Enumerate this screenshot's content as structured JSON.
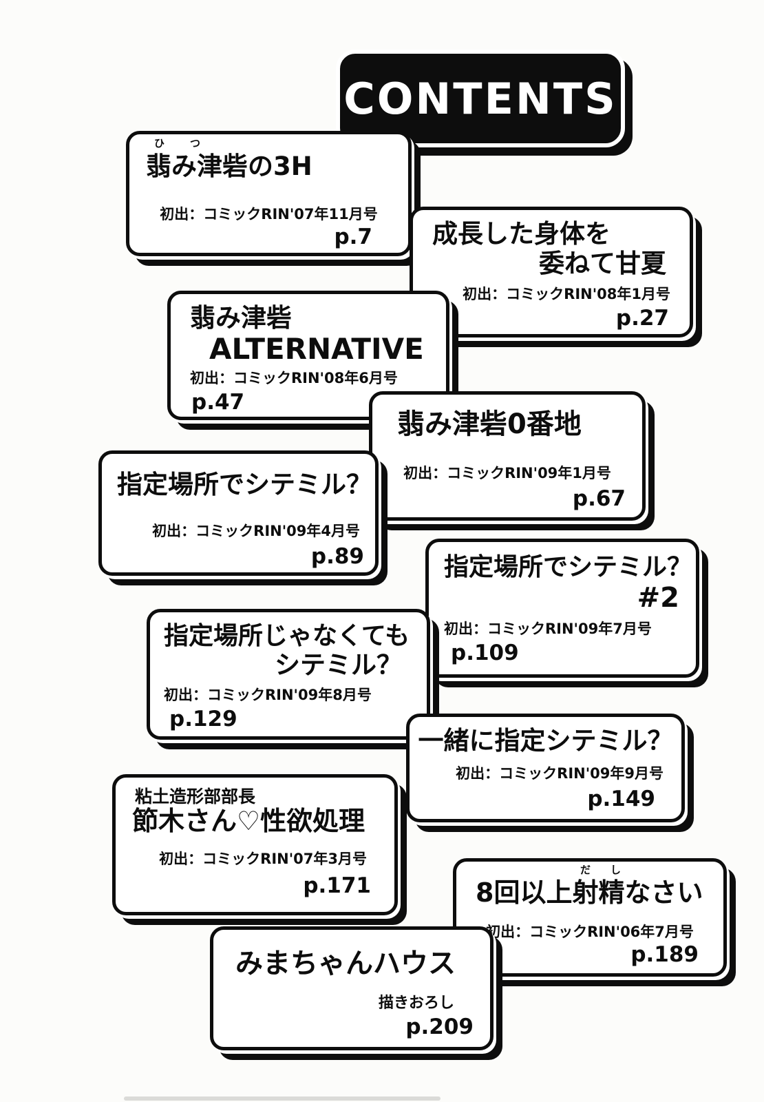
{
  "header": {
    "title": "CONTENTS"
  },
  "entries": [
    {
      "title": "翡み津砦の3H",
      "ruby1": "ひ",
      "ruby2": "つ",
      "source": "初出：コミックRIN'07年11月号",
      "page": "p.7"
    },
    {
      "title": "成長した身体を",
      "title2": "委ねて甘夏",
      "source": "初出：コミックRIN'08年1月号",
      "page": "p.27"
    },
    {
      "title": "翡み津砦",
      "title2": "ALTERNATIVE",
      "source": "初出：コミックRIN'08年6月号",
      "page": "p.47"
    },
    {
      "title": "翡み津砦0番地",
      "source": "初出：コミックRIN'09年1月号",
      "page": "p.67"
    },
    {
      "title": "指定場所でシテミル？",
      "source": "初出：コミックRIN'09年4月号",
      "page": "p.89"
    },
    {
      "title": "指定場所でシテミル？",
      "title2": "#2",
      "source": "初出：コミックRIN'09年7月号",
      "page": "p.109"
    },
    {
      "title": "指定場所じゃなくても",
      "title2": "シテミル？",
      "source": "初出：コミックRIN'09年8月号",
      "page": "p.129"
    },
    {
      "title": "一緒に指定シテミル？",
      "source": "初出：コミックRIN'09年9月号",
      "page": "p.149"
    },
    {
      "subtitle": "粘土造形部部長",
      "title": "節木さん♡性欲処理",
      "source": "初出：コミックRIN'07年3月号",
      "page": "p.171"
    },
    {
      "title": "8回以上射精なさい",
      "ruby1": "だ",
      "ruby2": "し",
      "source": "初出：コミックRIN'06年7月号",
      "page": "p.189"
    },
    {
      "title": "みまちゃんハウス",
      "source": "描きおろし",
      "page": "p.209"
    }
  ]
}
